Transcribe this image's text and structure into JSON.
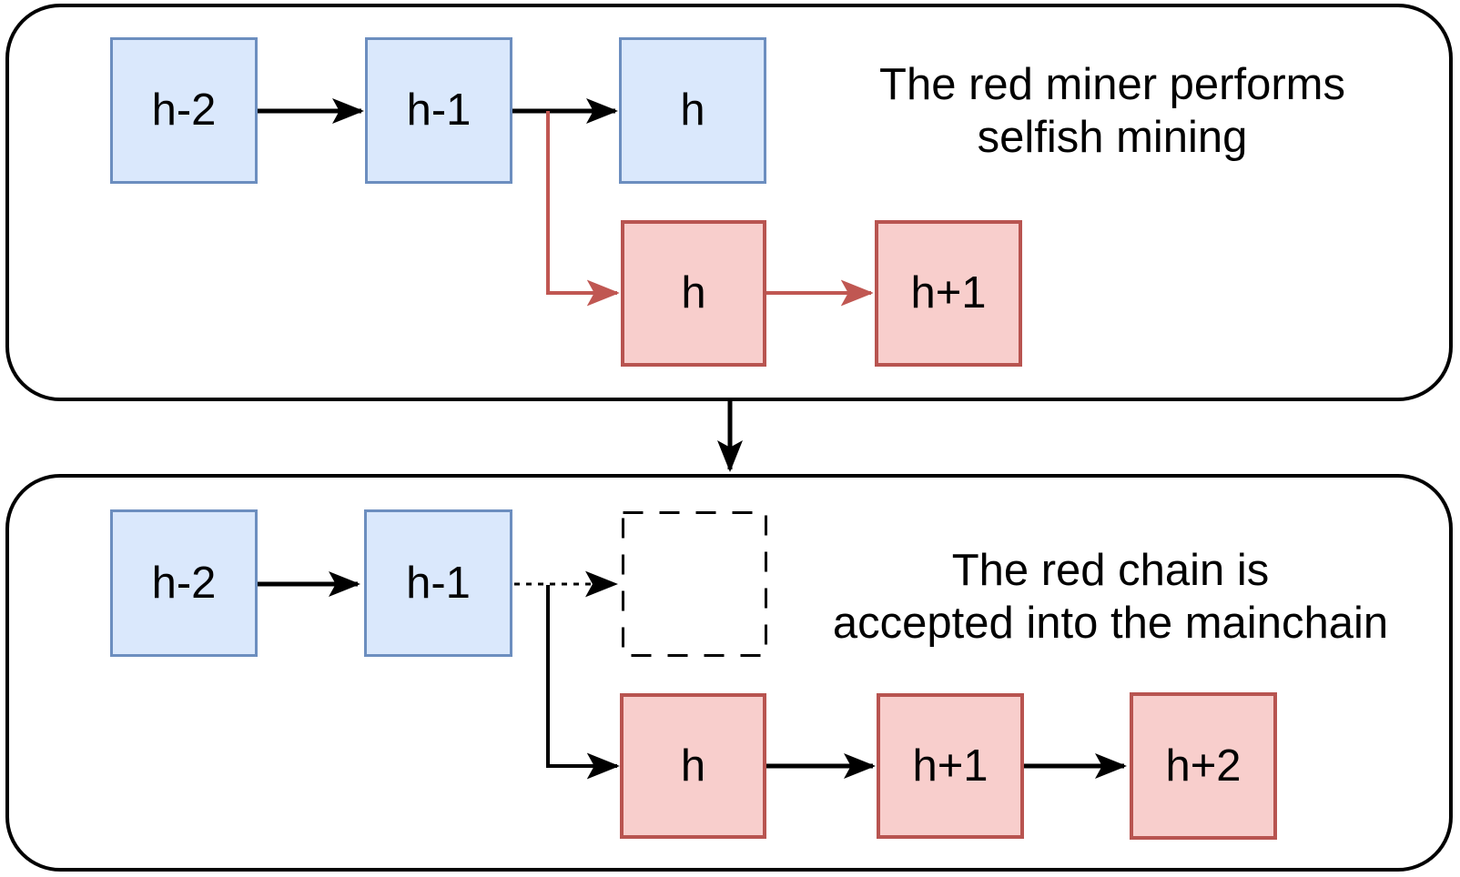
{
  "colors": {
    "blue_fill": "#dae8fc",
    "blue_border": "#6c8ebf",
    "red_fill": "#f8cecc",
    "red_border": "#b85450",
    "connector_red": "#c05752",
    "line_black": "#000000",
    "background": "#ffffff"
  },
  "panels": {
    "top": {
      "caption": {
        "line1": "The red miner performs",
        "line2": "selfish mining"
      },
      "blocks": [
        {
          "label": "h-2",
          "chain": "main"
        },
        {
          "label": "h-1",
          "chain": "main"
        },
        {
          "label": "h",
          "chain": "main"
        },
        {
          "label": "h",
          "chain": "red"
        },
        {
          "label": "h+1",
          "chain": "red"
        }
      ]
    },
    "bottom": {
      "caption": {
        "line1": "The red chain is",
        "line2": "accepted into the mainchain"
      },
      "blocks": [
        {
          "label": "h-2",
          "chain": "main"
        },
        {
          "label": "h-1",
          "chain": "main"
        },
        {
          "label": "",
          "chain": "ghost"
        },
        {
          "label": "h",
          "chain": "red"
        },
        {
          "label": "h+1",
          "chain": "red"
        },
        {
          "label": "h+2",
          "chain": "red"
        }
      ]
    }
  }
}
